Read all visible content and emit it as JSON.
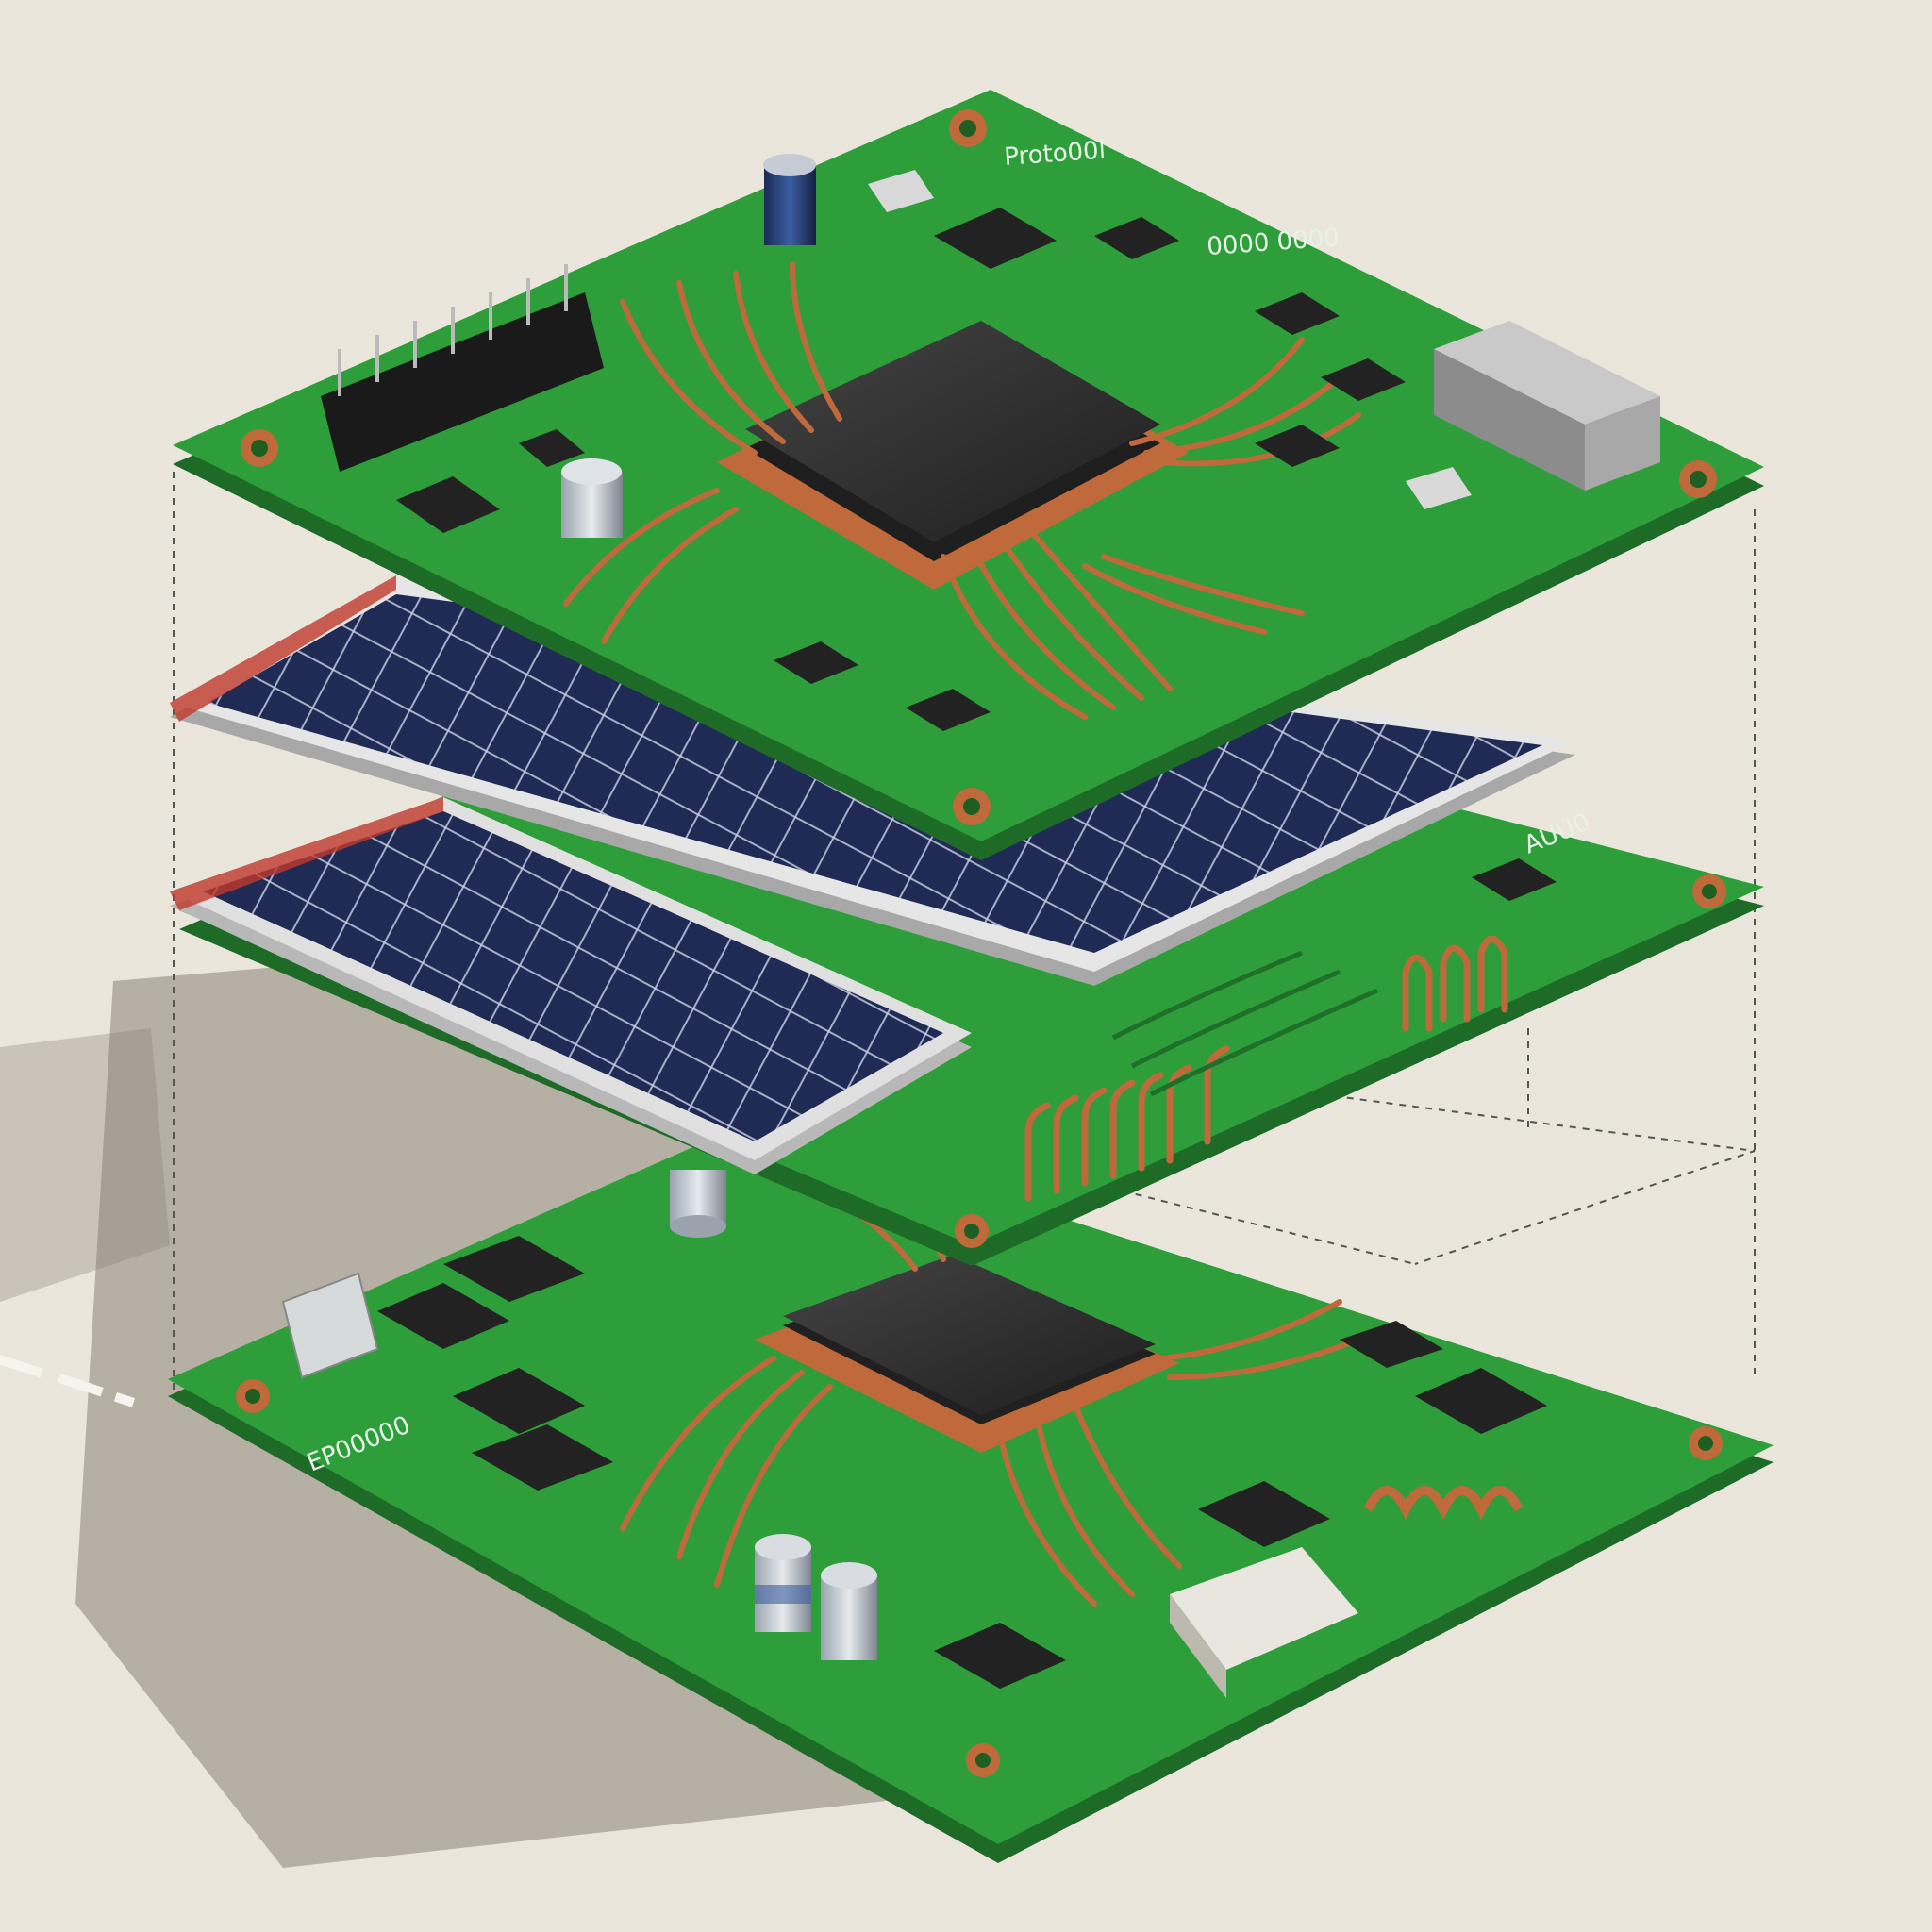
{
  "colors": {
    "background": "#ebe6dc",
    "board_top": "#2d9e3a",
    "board_edge": "#1d6b27",
    "copper": "#c06a3c",
    "copper_light": "#e09466",
    "chip": "#2a2a2a",
    "chip_top": "#3a3a3a",
    "solar_cell": "#1f2a55",
    "solar_grid": "#c9cfe2",
    "frame": "#d8d8d8",
    "shadow": "#8a8176",
    "silkscreen": "#e8f3e8"
  },
  "labels": {
    "top_board": "Proto00l",
    "top_board_code": "0000 0000",
    "middle_board": "AUU0",
    "bottom_board": "EP00000"
  },
  "layers": [
    {
      "id": "top-pcb",
      "type": "pcb"
    },
    {
      "id": "solar-panel-upper",
      "type": "solar"
    },
    {
      "id": "solar-panel-lower",
      "type": "solar"
    },
    {
      "id": "middle-pcb",
      "type": "pcb"
    },
    {
      "id": "bottom-pcb",
      "type": "pcb"
    }
  ]
}
